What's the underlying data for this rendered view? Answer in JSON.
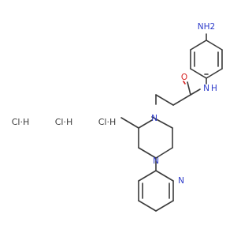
{
  "molecule": {
    "atoms": {
      "amine": "NH2",
      "amide_nitrogen": "N",
      "amide_hydrogen": "H",
      "carbonyl_oxygen": "O",
      "piperazine_n1": "N",
      "piperazine_n4": "N",
      "pyridine_nitrogen": "N"
    },
    "counterions": [
      "Cl·H",
      "Cl·H",
      "Cl·H"
    ]
  },
  "colors": {
    "bond": "#3a3a3a",
    "nitrogen": "#2b39c9",
    "oxygen": "#d62020"
  }
}
